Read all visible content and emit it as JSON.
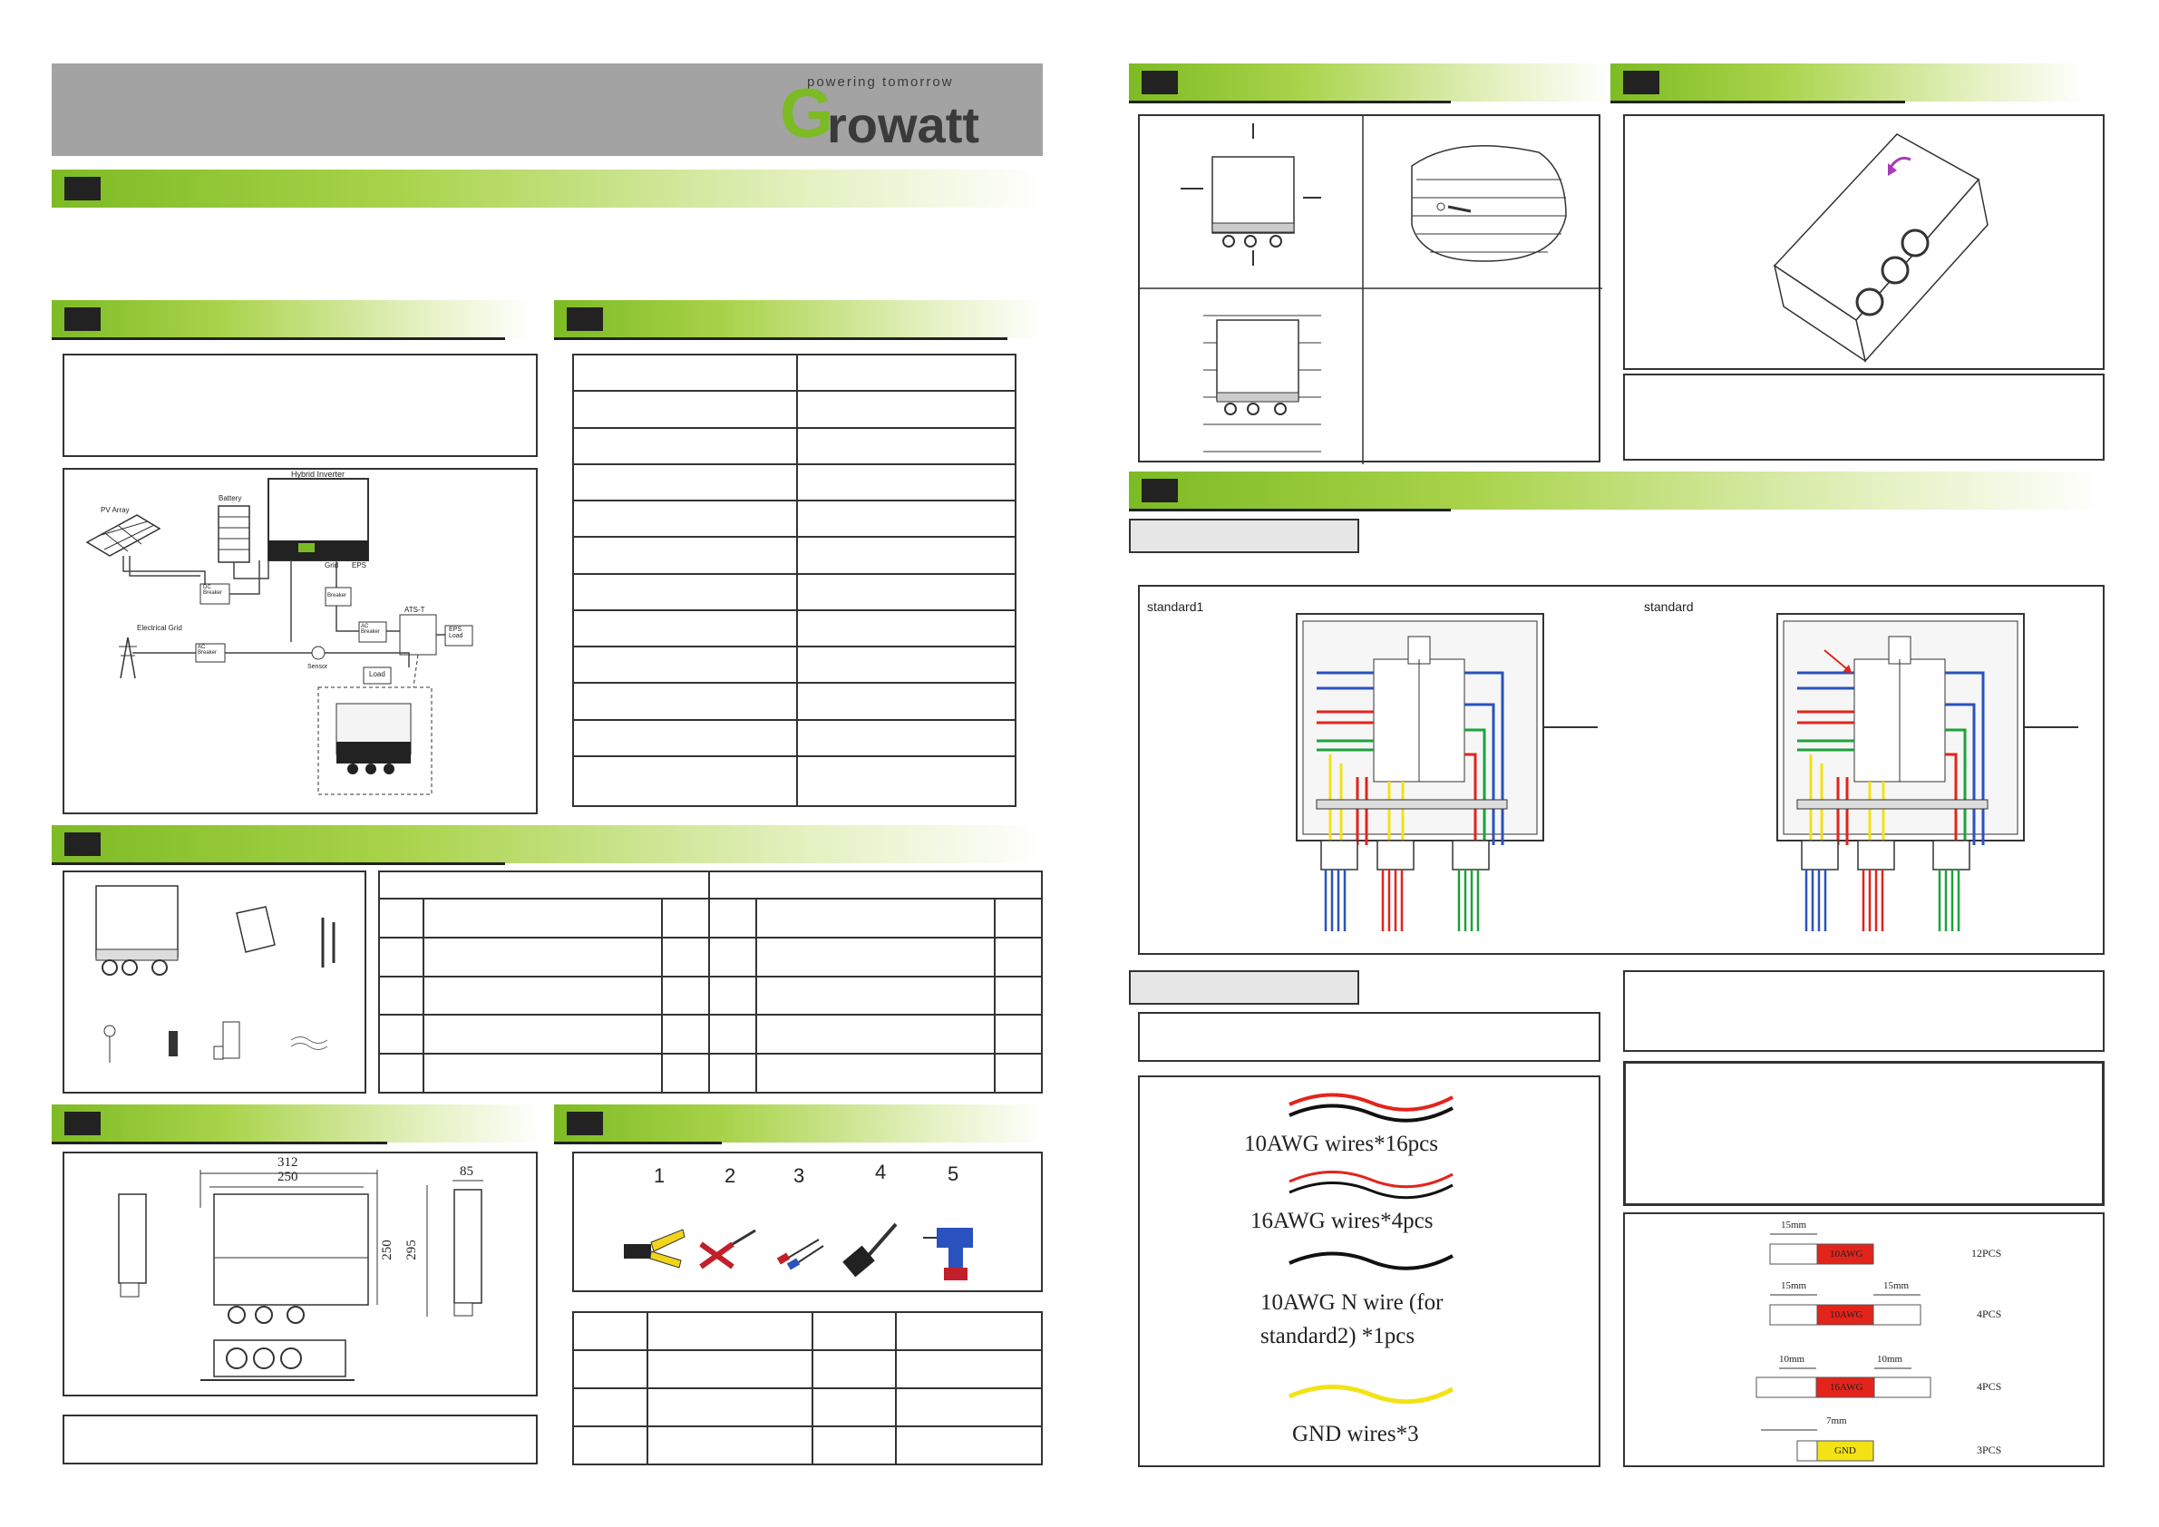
{
  "brand": {
    "tagline": "powering tomorrow",
    "name_first": "G",
    "name_rest": "rowatt"
  },
  "system_diagram": {
    "title": "Hybrid Inverter",
    "pv_array": "PV Array",
    "battery": "Battery",
    "dc_breaker": "DC\nBreaker",
    "grid_port": "Grid",
    "eps_port": "EPS",
    "breaker": "Breaker",
    "ac_breaker": "AC\nBreaker",
    "electrical_grid": "Electrical Grid",
    "sensor": "Sensor",
    "ats": "ATS-T",
    "eps_load": "EPS\nLoad",
    "load": "Load"
  },
  "dimensions": {
    "width_total": "312",
    "width_body": "250",
    "height_body": "250",
    "height_total": "295",
    "depth": "85"
  },
  "tools": {
    "labels": [
      "1",
      "2",
      "3",
      "4",
      "5"
    ]
  },
  "wiring": {
    "panel_left": "standard1",
    "panel_right": "standard"
  },
  "wires": {
    "w10": "10AWG wires*16pcs",
    "w16": "16AWG wires*4pcs",
    "wn_line1": "10AWG N wire (for",
    "wn_line2": "standard2) *1pcs",
    "gnd": "GND wires*3"
  },
  "strip": {
    "rows": [
      {
        "left": "15mm",
        "right": "",
        "label": "10AWG",
        "qty": "12PCS",
        "color": "#e3241b"
      },
      {
        "left": "15mm",
        "right": "15mm",
        "label": "10AWG",
        "qty": "4PCS",
        "color": "#e3241b"
      },
      {
        "left": "10mm",
        "right": "10mm",
        "label": "16AWG",
        "qty": "4PCS",
        "color": "#e3241b"
      },
      {
        "left": "7mm",
        "right": "",
        "label": "GND",
        "qty": "3PCS",
        "color": "#f3e216"
      }
    ]
  },
  "colors": {
    "accent_green": "#7dbb24",
    "wire_red": "#e3241b",
    "wire_blue": "#2a52be",
    "wire_green": "#1ea23a",
    "wire_yellow": "#f3e216"
  }
}
